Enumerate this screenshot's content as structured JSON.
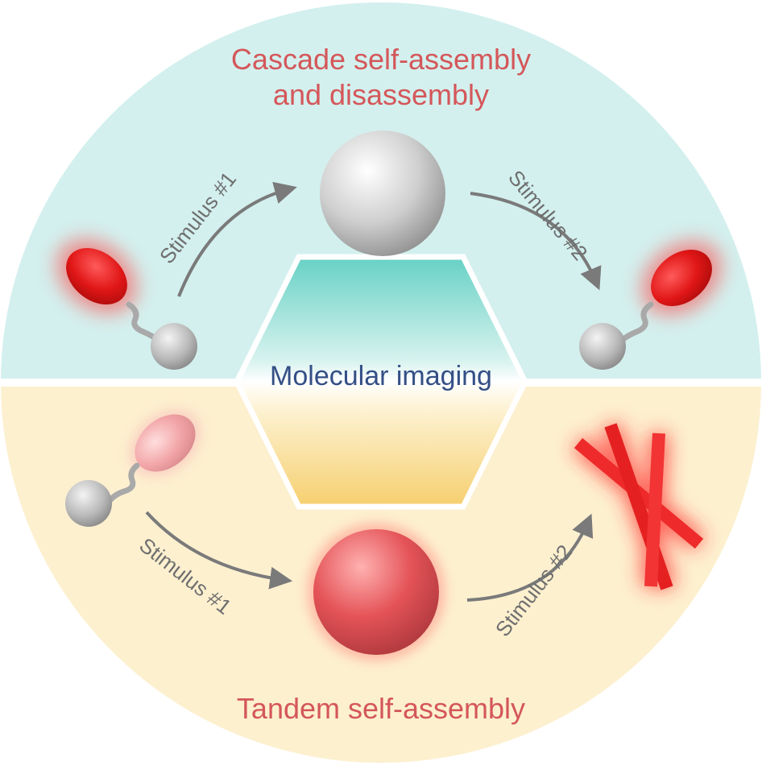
{
  "titles": {
    "top_line1": "Cascade self-assembly",
    "top_line2": "and disassembly",
    "center": "Molecular imaging",
    "bottom": "Tandem self-assembly"
  },
  "labels": {
    "top_left": "Stimulus #1",
    "top_right": "Stimulus #2",
    "bottom_left": "Stimulus #1",
    "bottom_right": "Stimulus #2"
  },
  "colors": {
    "top_half": "#d3f0ee",
    "bottom_half": "#fdf0cf",
    "title_red": "#d4575a",
    "center_blue": "#344f86",
    "arrow_gray": "#7a7a7a",
    "red_probe": "#e02020",
    "pink_probe": "#f3a4a6",
    "gray_sphere": "#bdbdbd",
    "red_sphere": "#e25055",
    "fiber_red": "#ee2a2a"
  }
}
